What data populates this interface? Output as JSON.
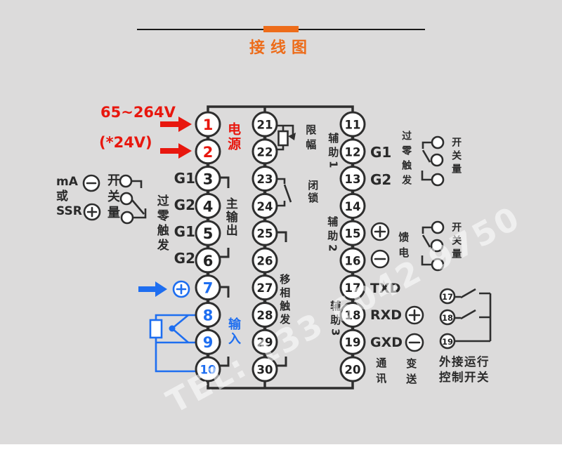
{
  "title": "接线图",
  "watermark": "TEL: 133 6042 9750",
  "colors": {
    "background": "#dcdbdb",
    "accent_orange": "#ed6c1a",
    "red": "#e8170e",
    "blue": "#1e6ef0",
    "line": "#2e2e2e"
  },
  "power": {
    "voltage_main": "65~264V",
    "voltage_alt": "(*24V)",
    "label": "电源"
  },
  "left_panel": {
    "signal_lines": "mA\n或\nSSR",
    "switch_qty": "开关量",
    "zero_trigger": "过零触发",
    "gates": [
      "G1",
      "G2",
      "G1",
      "G2"
    ],
    "main_output": "主输出",
    "input_label": "输入"
  },
  "middle_panel": {
    "limit": "限幅",
    "lock": "闭锁",
    "phase_trigger": "移相触发"
  },
  "right_panel": {
    "aux1": "辅助1",
    "aux2": "辅助2",
    "aux3": "辅助3",
    "gates": [
      "G1",
      "G2"
    ],
    "zero_trigger": "过零触发",
    "switch_qty_1": "开关量",
    "switch_qty_2": "开关量",
    "feed": "馈电",
    "comm_pins": [
      "TXD",
      "RXD",
      "GXD"
    ],
    "comm_label": "通讯",
    "transmit_label": "变送"
  },
  "external_switch": {
    "terminals": [
      "17",
      "18",
      "19"
    ],
    "label1": "外接运行",
    "label2": "控制开关"
  },
  "icons": {
    "plus": "+",
    "minus": "−",
    "arrow_right": "→"
  },
  "terminals": {
    "left": [
      {
        "n": "1",
        "c": "red"
      },
      {
        "n": "2",
        "c": "red"
      },
      {
        "n": "3"
      },
      {
        "n": "4"
      },
      {
        "n": "5"
      },
      {
        "n": "6"
      },
      {
        "n": "7",
        "c": "blue"
      },
      {
        "n": "8",
        "c": "blue"
      },
      {
        "n": "9",
        "c": "blue"
      },
      {
        "n": "10",
        "c": "blue"
      }
    ],
    "middle": [
      {
        "n": "21"
      },
      {
        "n": "22"
      },
      {
        "n": "23"
      },
      {
        "n": "24"
      },
      {
        "n": "25"
      },
      {
        "n": "26"
      },
      {
        "n": "27"
      },
      {
        "n": "28"
      },
      {
        "n": "29"
      },
      {
        "n": "30"
      }
    ],
    "right": [
      {
        "n": "11"
      },
      {
        "n": "12"
      },
      {
        "n": "13"
      },
      {
        "n": "14"
      },
      {
        "n": "15"
      },
      {
        "n": "16"
      },
      {
        "n": "17"
      },
      {
        "n": "18"
      },
      {
        "n": "19"
      },
      {
        "n": "20"
      }
    ]
  }
}
